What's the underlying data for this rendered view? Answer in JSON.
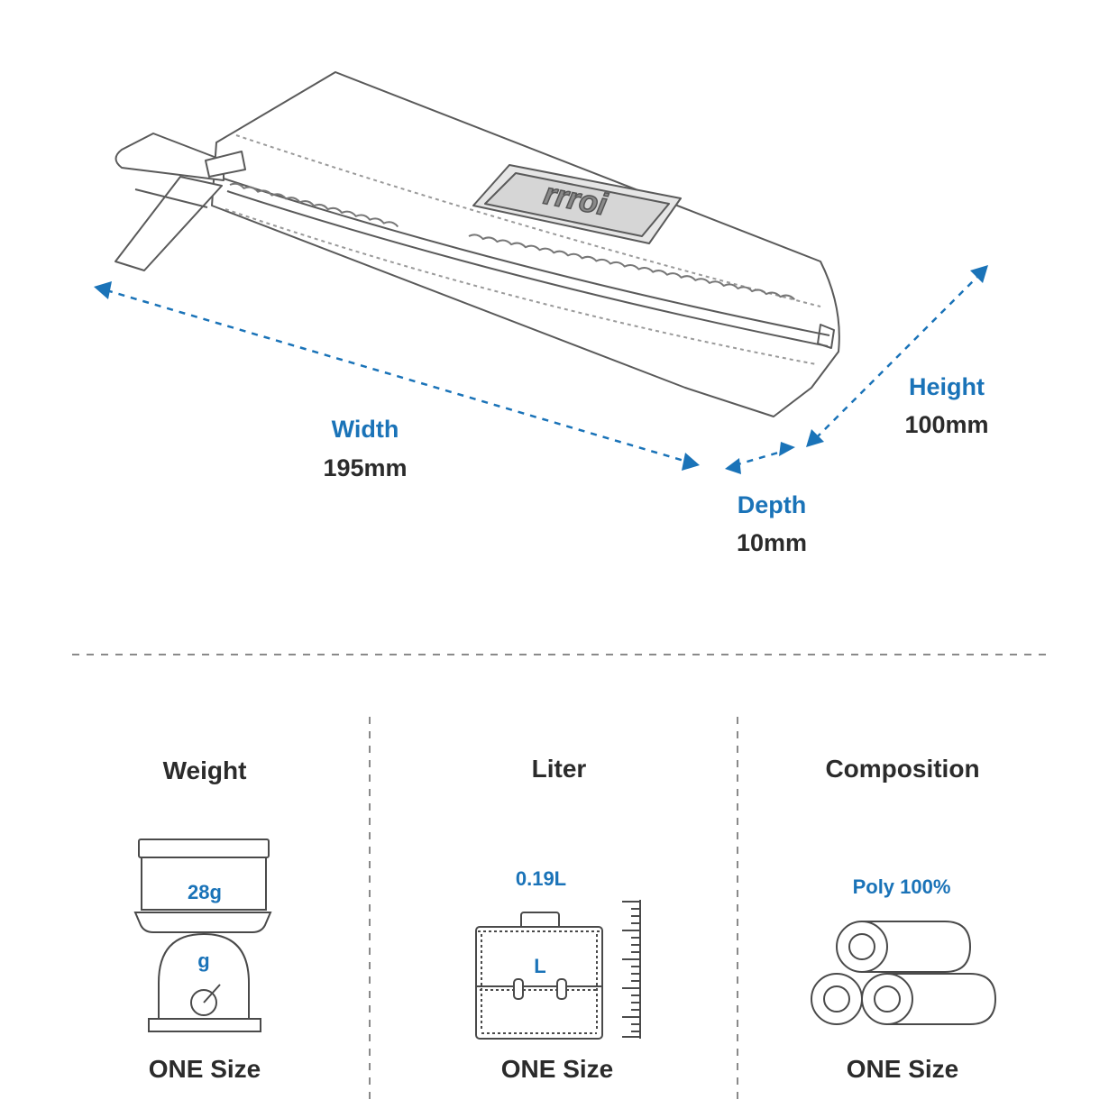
{
  "product": {
    "brand_logo_text": "rrroi",
    "accent_color": "#1a73b8",
    "text_color": "#2b2b2b"
  },
  "dimensions": {
    "width": {
      "label": "Width",
      "value": "195mm"
    },
    "depth": {
      "label": "Depth",
      "value": "10mm"
    },
    "height": {
      "label": "Height",
      "value": "100mm"
    }
  },
  "specs": {
    "weight": {
      "title": "Weight",
      "value": "28g",
      "unit_symbol": "g",
      "size": "ONE Size",
      "icon": "scale-icon"
    },
    "liter": {
      "title": "Liter",
      "value": "0.19L",
      "unit_symbol": "L",
      "size": "ONE Size",
      "icon": "briefcase-ruler-icon"
    },
    "composition": {
      "title": "Composition",
      "value": "Poly 100%",
      "size": "ONE Size",
      "icon": "fabric-rolls-icon"
    }
  }
}
